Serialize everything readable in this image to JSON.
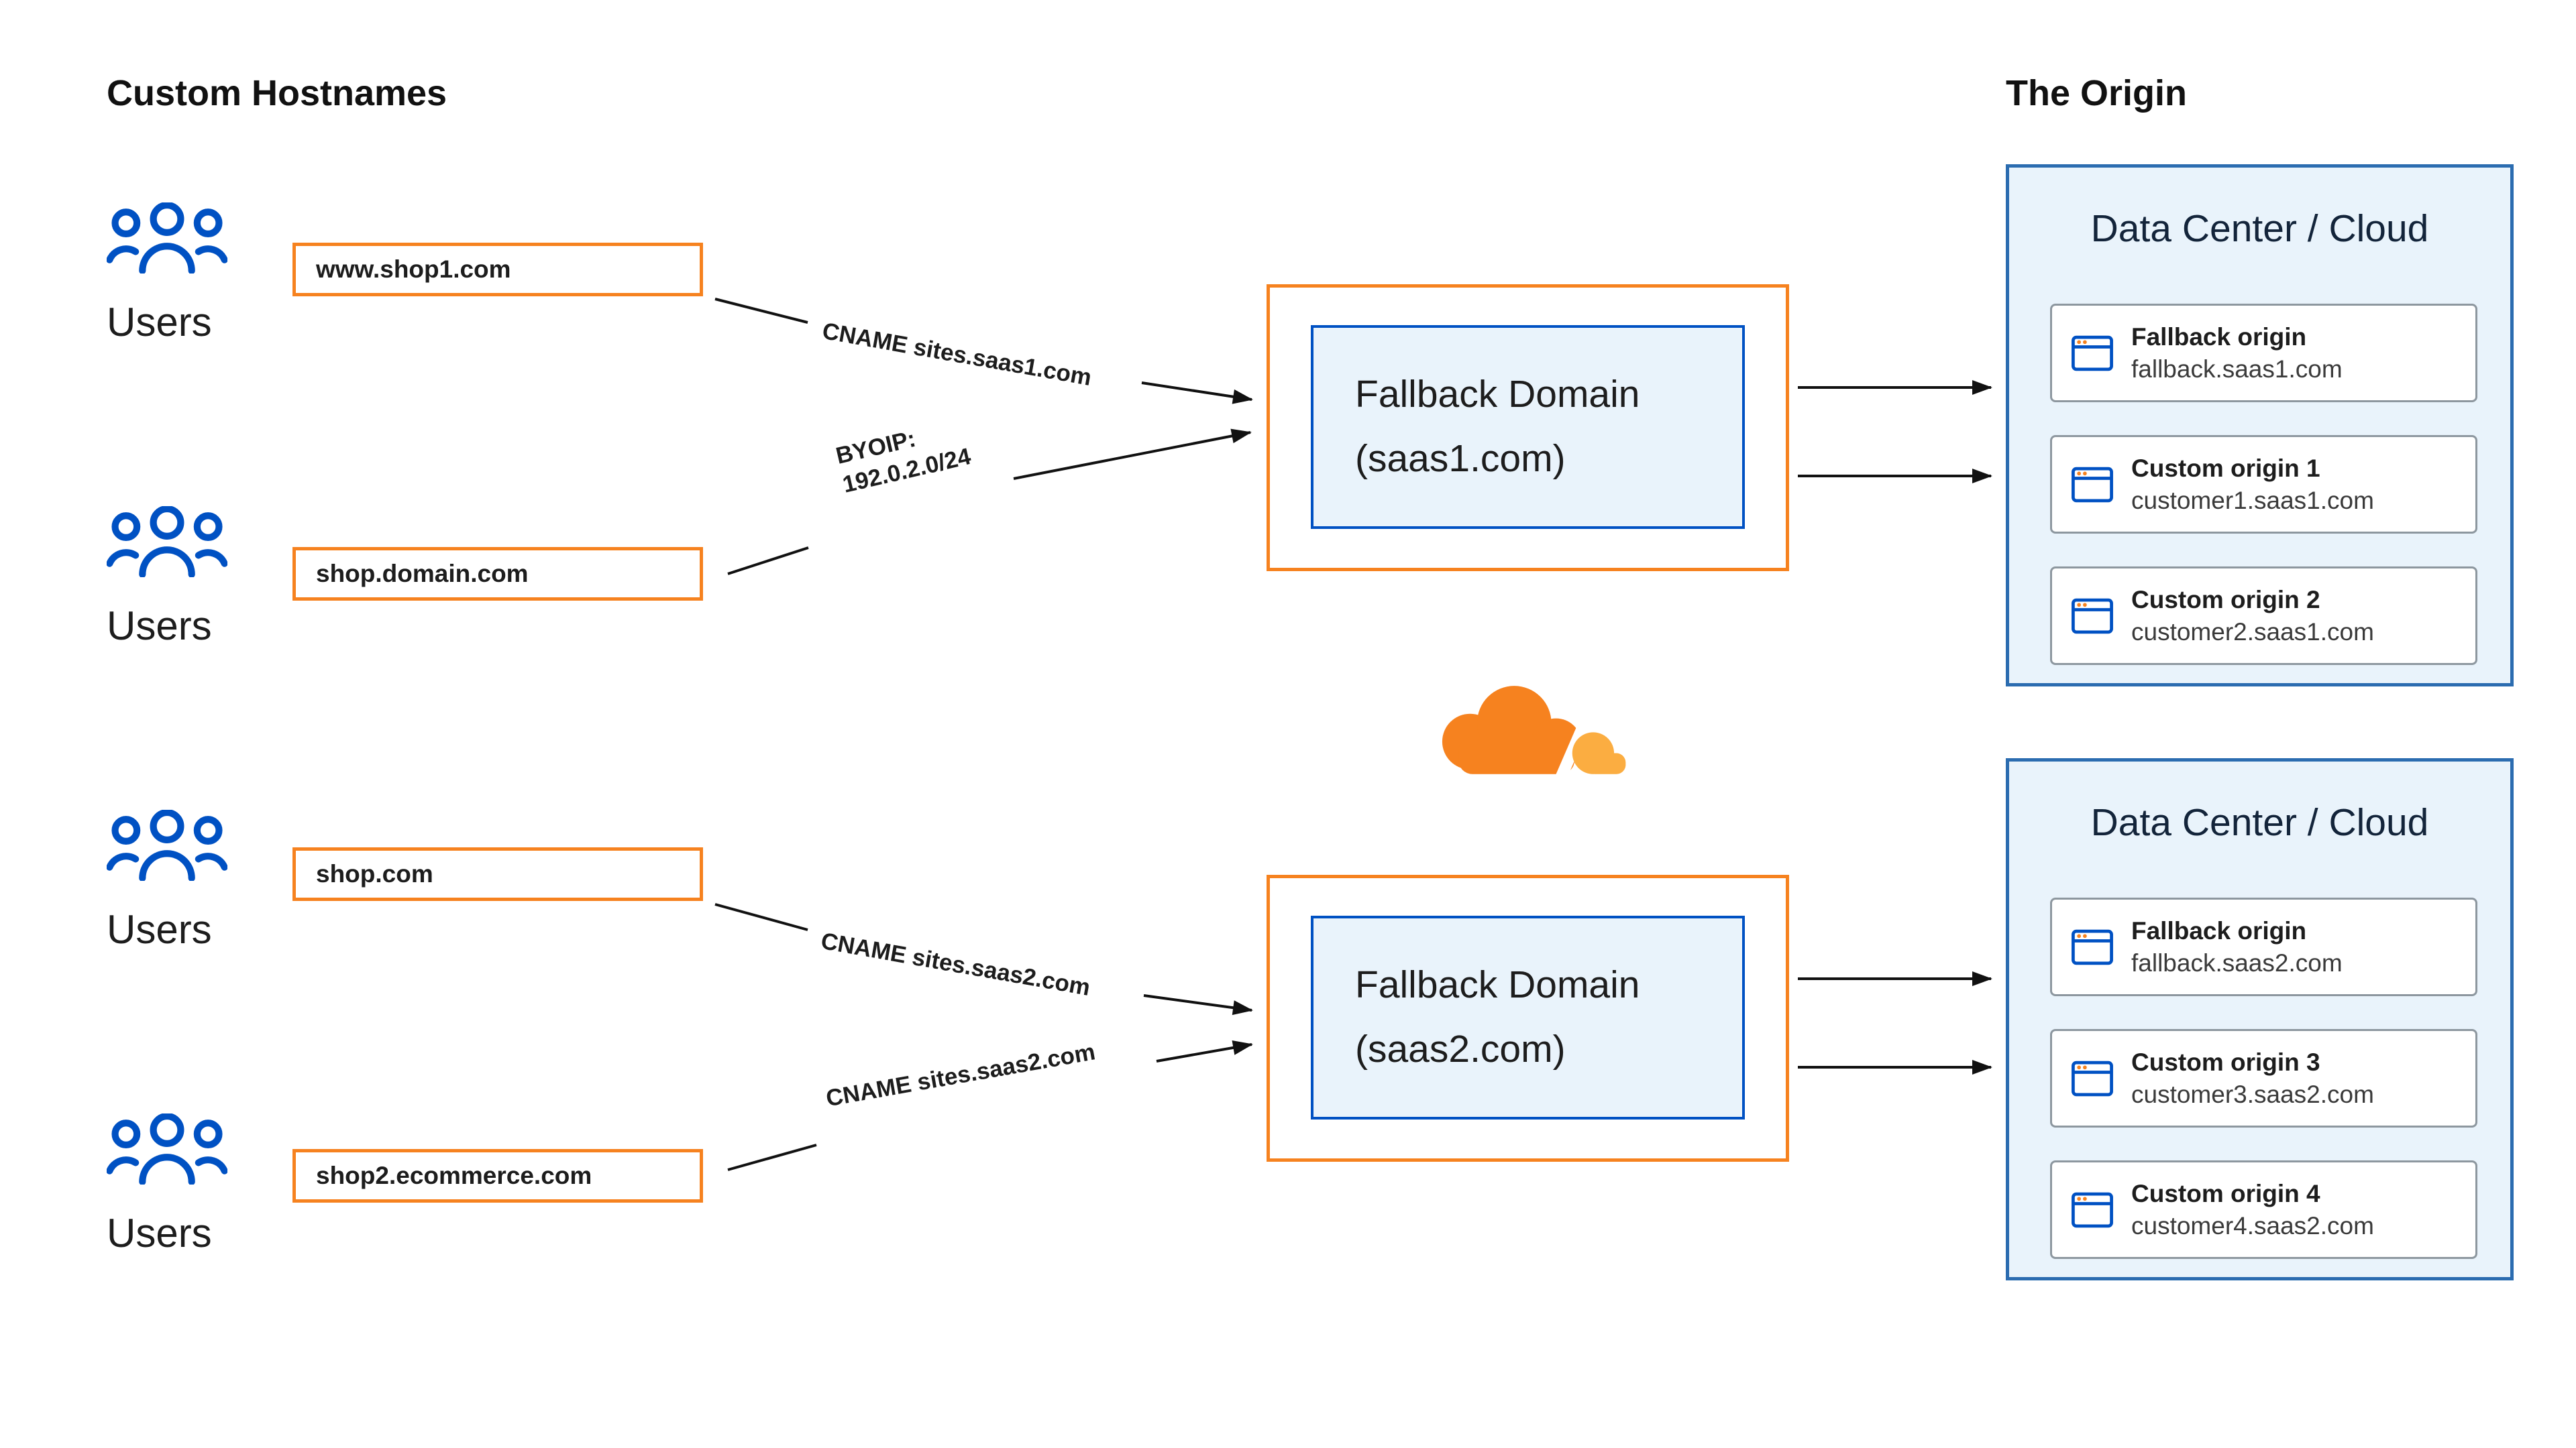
{
  "titles": {
    "left": "Custom Hostnames",
    "right": "The Origin"
  },
  "users_label": "Users",
  "hostnames": [
    "www.shop1.com",
    "shop.domain.com",
    "shop.com",
    "shop2.ecommerce.com"
  ],
  "edge_labels": {
    "cname_saas1": "CNAME sites.saas1.com",
    "byoip_line1": "BYOIP:",
    "byoip_line2": "192.0.2.0/24",
    "cname_saas2_upper": "CNAME sites.saas2.com",
    "cname_saas2_lower": "CNAME sites.saas2.com"
  },
  "fallbacks": [
    {
      "line1": "Fallback Domain",
      "line2": "(saas1.com)"
    },
    {
      "line1": "Fallback Domain",
      "line2": "(saas2.com)"
    }
  ],
  "datacenters": [
    {
      "title": "Data Center / Cloud",
      "origins": [
        {
          "name": "Fallback origin",
          "host": "fallback.saas1.com"
        },
        {
          "name": "Custom origin 1",
          "host": "customer1.saas1.com"
        },
        {
          "name": "Custom origin 2",
          "host": "customer2.saas1.com"
        }
      ]
    },
    {
      "title": "Data Center / Cloud",
      "origins": [
        {
          "name": "Fallback origin",
          "host": "fallback.saas2.com"
        },
        {
          "name": "Custom origin 3",
          "host": "customer3.saas2.com"
        },
        {
          "name": "Custom origin 4",
          "host": "customer4.saas2.com"
        }
      ]
    }
  ],
  "icons": {
    "users": "users-icon",
    "cloudflare": "cloudflare-logo",
    "origin_server": "browser-window-icon"
  },
  "colors": {
    "orange": "#f6821f",
    "orange_light": "#fbad41",
    "blue": "#0051c3",
    "panel_border": "#2b6cb0",
    "panel_bg": "#e9f3fb",
    "card_border": "#8d979f",
    "arrow": "#111111",
    "text": "#1d1d1d"
  }
}
